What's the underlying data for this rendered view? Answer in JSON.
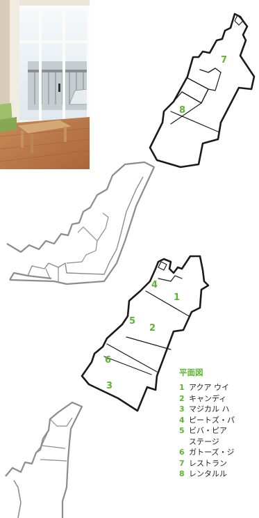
{
  "colors": {
    "accent_green": "#5bb531",
    "outline_black": "#1a1a1a",
    "outline_gray": "#8c8c8c",
    "line_gray": "#777777"
  },
  "photo": {
    "icon": "room-interior-photo"
  },
  "map": {
    "upper_deck": {
      "labels": [
        "7",
        "8"
      ]
    },
    "lower_deck": {
      "labels": [
        "1",
        "2",
        "3",
        "4",
        "5",
        "6"
      ]
    }
  },
  "legend": {
    "title": "平面図",
    "items": [
      {
        "num": "1",
        "text": "アクア ウイ"
      },
      {
        "num": "2",
        "text": "キャンディ"
      },
      {
        "num": "3",
        "text": "マジカル ハ"
      },
      {
        "num": "4",
        "text": "ピートズ・パ"
      },
      {
        "num": "5",
        "text": "ビバ・ピア\nステージ"
      },
      {
        "num": "6",
        "text": "ガトーズ・ジ"
      },
      {
        "num": "7",
        "text": "レストラン"
      },
      {
        "num": "8",
        "text": "レンタルル"
      }
    ]
  }
}
